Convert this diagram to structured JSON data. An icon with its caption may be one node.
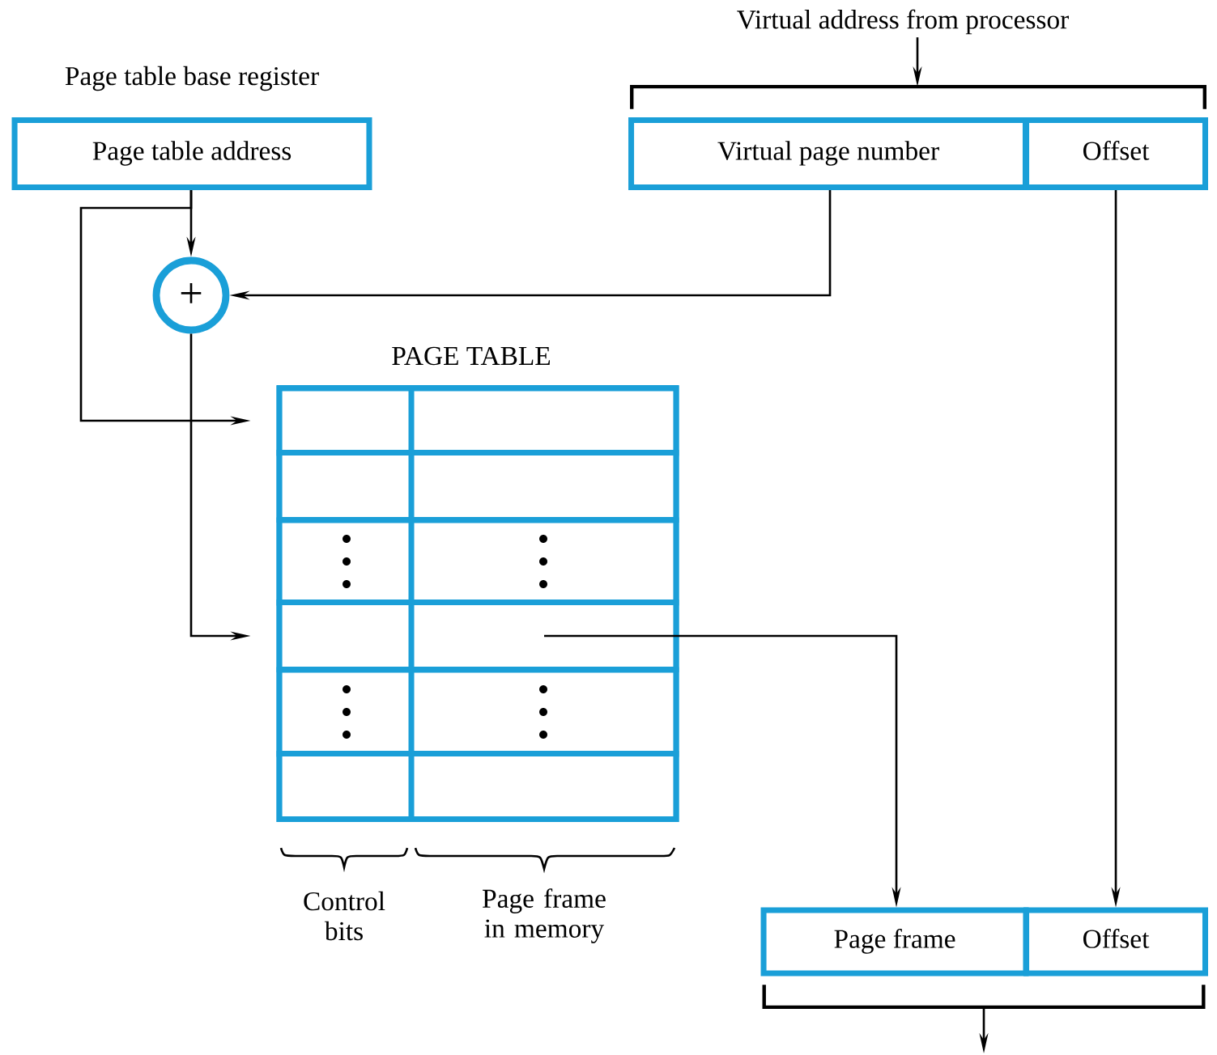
{
  "diagram": {
    "nodes": [
      {
        "text": [
          "Page table base register",
          "Page table address"
        ]
      },
      {
        "text": [
          "Virtual page number"
        ]
      },
      {
        "text": [
          "Offset"
        ]
      },
      {
        "text": [
          "+"
        ]
      },
      {
        "text": [
          "PAGE TABLE"
        ]
      },
      {
        "text": [],
        "shape": "box",
        "in": 4
      },
      {
        "text": [],
        "shape": "box",
        "in": 4
      },
      {
        "text": [],
        "shape": "box",
        "in": 4
      },
      {
        "text": [],
        "shape": "box",
        "in": 4
      },
      {
        "text": [],
        "shape": "box",
        "in": 4
      },
      {
        "text": [],
        "shape": "box",
        "in": 4
      },
      {
        "text": [
          "Page frame"
        ]
      },
      {
        "text": [
          "Offset"
        ]
      },
      {
        "text": [
          "Virtual address from processor"
        ]
      },
      {
        "text": [],
        "shape": "bar"
      },
      {
        "text": [],
        "shape": "bar"
      }
    ],
    "edges": [
      {
        "from": 0,
        "to": 3,
        "arrow": "to"
      },
      {
        "from": 0,
        "to": 5,
        "arrow": "to"
      },
      {
        "from": 1,
        "to": 3,
        "arrow": "to"
      },
      {
        "from": 3,
        "to": 8,
        "arrow": "to"
      },
      {
        "from": 8,
        "to": 11,
        "arrow": "to"
      },
      {
        "from": 2,
        "to": 12,
        "arrow": "to"
      },
      {
        "from": 13,
        "to": 14,
        "arrow": "to"
      },
      {
        "from": 15,
        "to": null,
        "arrow": "to"
      }
    ],
    "labels": [
      "Control bits",
      "Page frame in memory"
    ]
  }
}
